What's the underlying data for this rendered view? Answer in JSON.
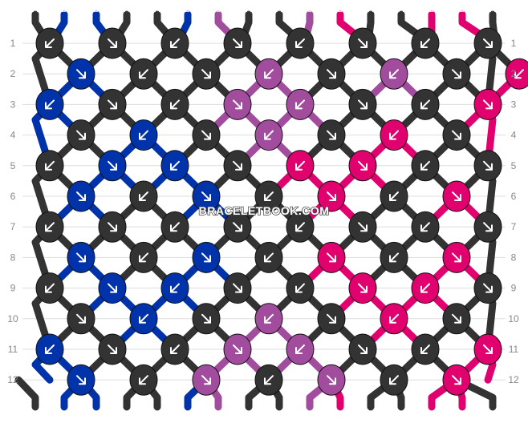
{
  "pattern": {
    "colors": {
      "A": "#333333",
      "B": "#e0006e",
      "C": "#a24c9e",
      "D": "#0033aa"
    },
    "strings": [
      "A",
      "D",
      "D",
      "A",
      "A",
      "D",
      "C",
      "A",
      "A",
      "C",
      "B",
      "A",
      "A",
      "B",
      "B",
      "A"
    ],
    "rows": [
      {
        "label": "1",
        "knots": [
          "A",
          "A",
          "A",
          "A",
          "A",
          "A",
          "A",
          "A"
        ]
      },
      {
        "label": "2",
        "knots": [
          "D",
          "A",
          "A",
          "C",
          "A",
          "C",
          "A",
          "B"
        ]
      },
      {
        "label": "3",
        "knots": [
          "D",
          "A",
          "A",
          "C",
          "C",
          "A",
          "A",
          "B"
        ]
      },
      {
        "label": "4",
        "knots": [
          "A",
          "D",
          "A",
          "C",
          "A",
          "B",
          "A"
        ]
      },
      {
        "label": "5",
        "knots": [
          "A",
          "D",
          "D",
          "A",
          "B",
          "B",
          "A",
          "A"
        ]
      },
      {
        "label": "6",
        "knots": [
          "D",
          "A",
          "D",
          "A",
          "B",
          "A",
          "B"
        ]
      },
      {
        "label": "7",
        "knots": [
          "A",
          "A",
          "A",
          "A",
          "A",
          "A",
          "A",
          "A"
        ]
      },
      {
        "label": "8",
        "knots": [
          "D",
          "A",
          "D",
          "A",
          "B",
          "A",
          "B"
        ]
      },
      {
        "label": "9",
        "knots": [
          "A",
          "D",
          "D",
          "A",
          "A",
          "B",
          "B",
          "A"
        ]
      },
      {
        "label": "10",
        "knots": [
          "A",
          "D",
          "A",
          "C",
          "A",
          "B",
          "A"
        ]
      },
      {
        "label": "11",
        "knots": [
          "D",
          "A",
          "A",
          "C",
          "C",
          "A",
          "A",
          "B"
        ]
      },
      {
        "label": "12",
        "knots": [
          "D",
          "A",
          "C",
          "A",
          "C",
          "A",
          "B"
        ]
      }
    ]
  },
  "watermark": "BRACELETBOOK.COM"
}
